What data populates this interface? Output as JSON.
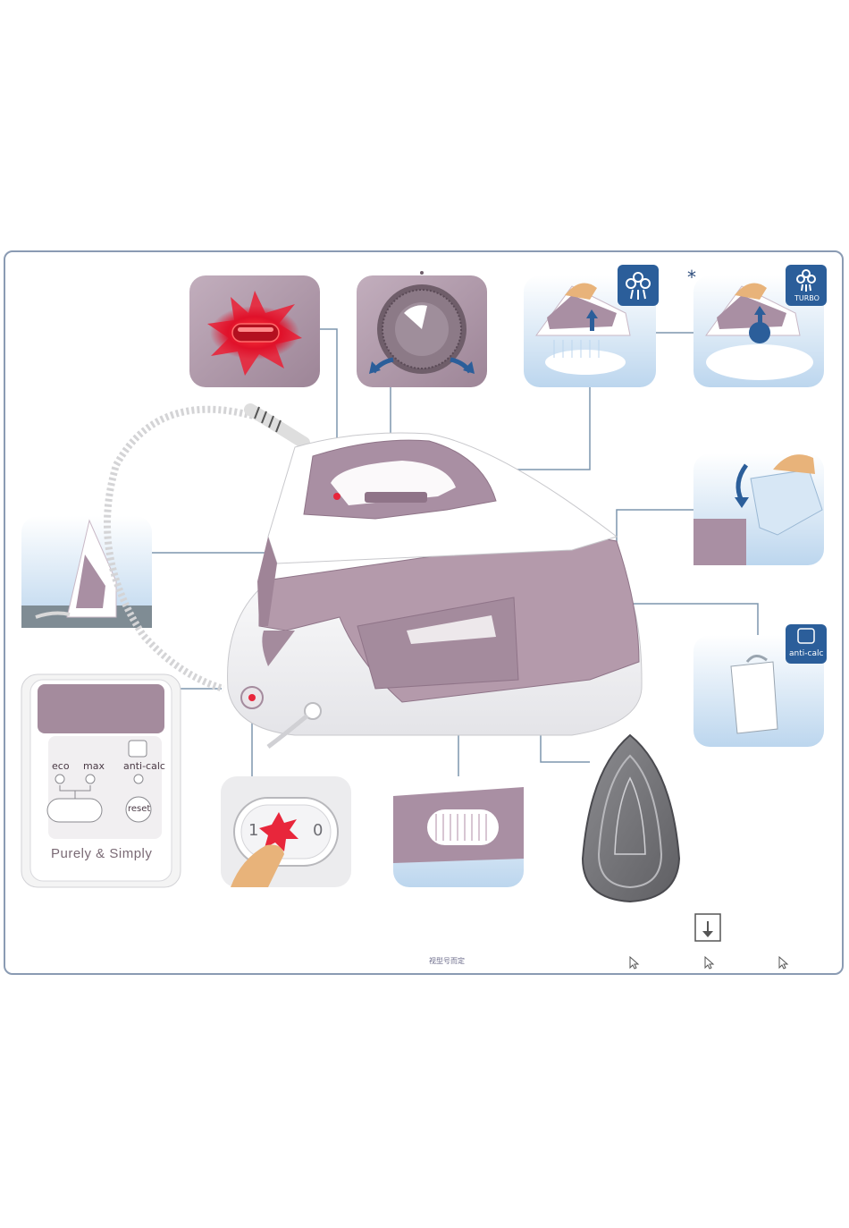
{
  "panel": {
    "eco": "eco",
    "max": "max",
    "anticalc": "anti-calc",
    "reset": "reset",
    "brand": "Purely & Simply"
  },
  "switch": {
    "on": "1",
    "off": "0"
  },
  "badges": {
    "turbo": "TURBO",
    "anticalc": "anti-calc",
    "asterisk": "*"
  },
  "footer": {
    "model_note": "视型号而定"
  },
  "colors": {
    "mauve": "#b39aab",
    "mauve_dark": "#8f7488",
    "badge_blue": "#2b5e9a",
    "line": "#7d95ae",
    "light_red": "#e8263b"
  }
}
